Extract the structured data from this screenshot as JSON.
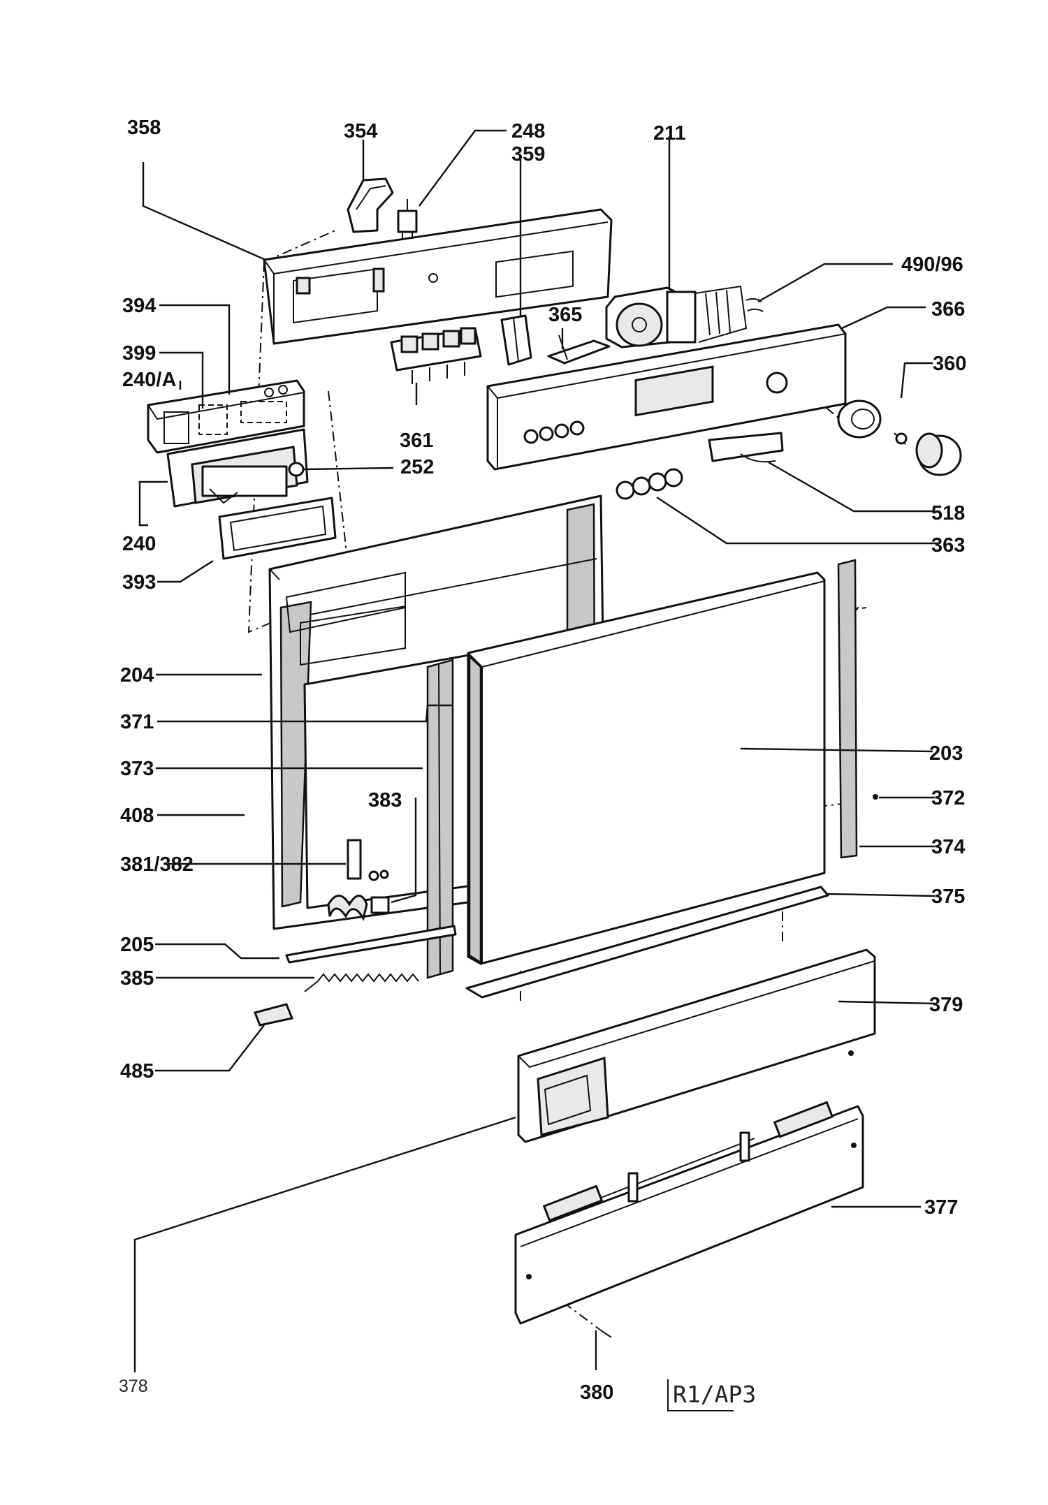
{
  "diagram": {
    "code": "R1/AP3",
    "labels": {
      "l358": "358",
      "l354": "354",
      "l248": "248",
      "l359": "359",
      "l211": "211",
      "l490": "490/96",
      "l394": "394",
      "l366": "366",
      "l365": "365",
      "l399": "399",
      "l240a": "240/A",
      "l360": "360",
      "l361": "361",
      "l252": "252",
      "l518": "518",
      "l240": "240",
      "l363": "363",
      "l393": "393",
      "l204": "204",
      "l203": "203",
      "l371": "371",
      "l373": "373",
      "l372": "372",
      "l383": "383",
      "l408": "408",
      "l374": "374",
      "l381": "381/382",
      "l375": "375",
      "l205": "205",
      "l385": "385",
      "l379": "379",
      "l485": "485",
      "l377": "377",
      "l378": "378",
      "l380": "380"
    }
  }
}
